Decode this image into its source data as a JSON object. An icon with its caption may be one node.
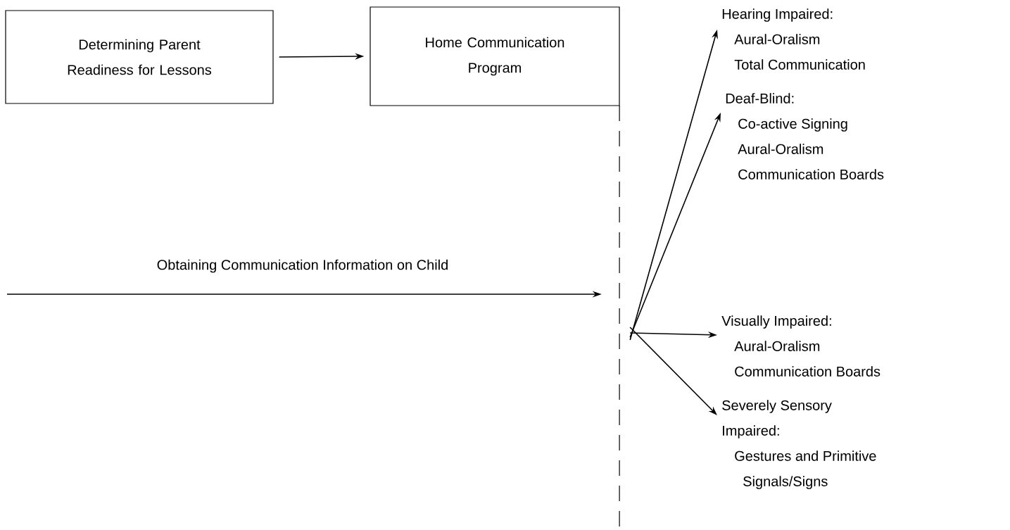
{
  "diagram": {
    "nodes": [
      {
        "text": [
          "Determining Parent Readiness for Lessons"
        ]
      },
      {
        "text": [
          "Home Communication Program"
        ]
      },
      {
        "text": [],
        "shape": "bar"
      },
      {
        "text": [
          "Hearing Impaired:",
          "Aural-Oralism",
          "Total Communication"
        ]
      },
      {
        "text": [
          "Deaf-Blind:",
          "Co-active Signing",
          "Aural-Oralism",
          "Communication Boards"
        ]
      },
      {
        "text": [
          "Visually Impaired:",
          "Aural-Oralism",
          "Communication Boards"
        ]
      },
      {
        "text": [
          "Severely Sensory Impaired:",
          "Gestures and Primitive Signals/Signs"
        ]
      }
    ],
    "edges": [
      {
        "from": 0,
        "to": 1,
        "arrow": "to"
      },
      {
        "from": null,
        "to": 2,
        "arrow": "to",
        "label": "Obtaining Communication Information on Child"
      },
      {
        "from": 2,
        "to": 3,
        "arrow": "to"
      },
      {
        "from": 2,
        "to": 4,
        "arrow": "to"
      },
      {
        "from": 2,
        "to": 5,
        "arrow": "to"
      },
      {
        "from": 2,
        "to": 6,
        "arrow": "to"
      }
    ]
  }
}
